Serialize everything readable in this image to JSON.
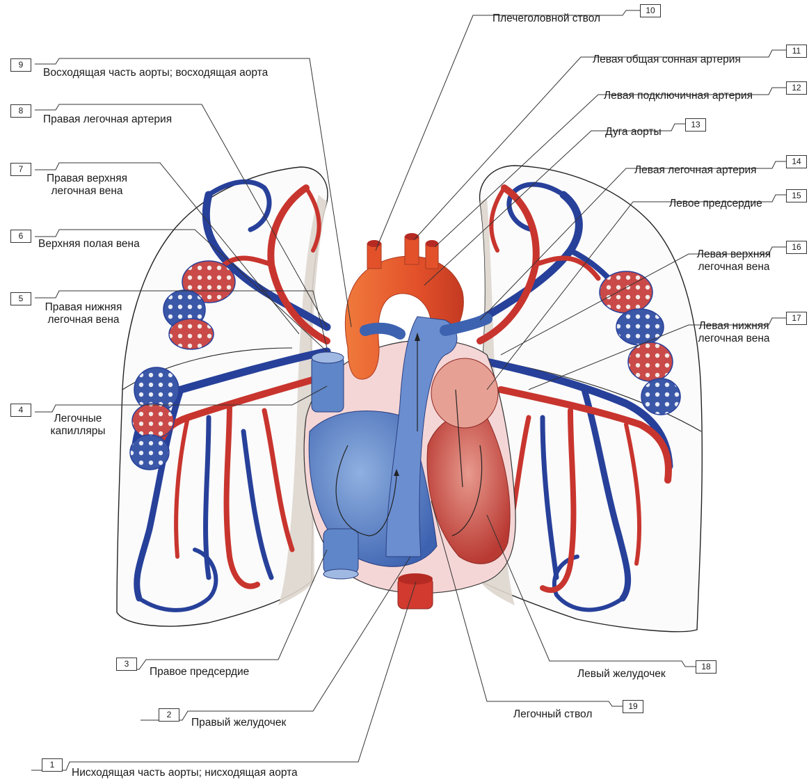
{
  "labels": [
    {
      "num": "1",
      "lines": [
        "Нисходящая часть аорты; нисходящая аорта"
      ]
    },
    {
      "num": "2",
      "lines": [
        "Правый желудочек"
      ]
    },
    {
      "num": "3",
      "lines": [
        "Правое предсердие"
      ]
    },
    {
      "num": "4",
      "lines": [
        "Легочные",
        "капилляры"
      ]
    },
    {
      "num": "5",
      "lines": [
        "Правая нижняя",
        "легочная вена"
      ]
    },
    {
      "num": "6",
      "lines": [
        "Верхняя полая вена"
      ]
    },
    {
      "num": "7",
      "lines": [
        "Правая верхняя",
        "легочная вена"
      ]
    },
    {
      "num": "8",
      "lines": [
        "Правая легочная артерия"
      ]
    },
    {
      "num": "9",
      "lines": [
        "Восходящая часть аорты; восходящая аорта"
      ]
    },
    {
      "num": "10",
      "lines": [
        "Плечеголовной ствол"
      ]
    },
    {
      "num": "11",
      "lines": [
        "Левая общая сонная артерия"
      ]
    },
    {
      "num": "12",
      "lines": [
        "Левая подключичная артерия"
      ]
    },
    {
      "num": "13",
      "lines": [
        "Дуга аорты"
      ]
    },
    {
      "num": "14",
      "lines": [
        "Левая легочная артерия"
      ]
    },
    {
      "num": "15",
      "lines": [
        "Левое предсердие"
      ]
    },
    {
      "num": "16",
      "lines": [
        "Левая верхняя",
        "легочная вена"
      ]
    },
    {
      "num": "17",
      "lines": [
        "Левая нижняя",
        "легочная вена"
      ]
    },
    {
      "num": "18",
      "lines": [
        "Левый желудочек"
      ]
    },
    {
      "num": "19",
      "lines": [
        "Легочный ствол"
      ]
    }
  ],
  "colors": {
    "arterial": "#c8352e",
    "venous": "#27409a",
    "aorta": "#e2542a",
    "venous_light": "#5e86c8",
    "lung_edge": "#222222",
    "pleura": "#d9d3cc",
    "leader": "#333333"
  }
}
